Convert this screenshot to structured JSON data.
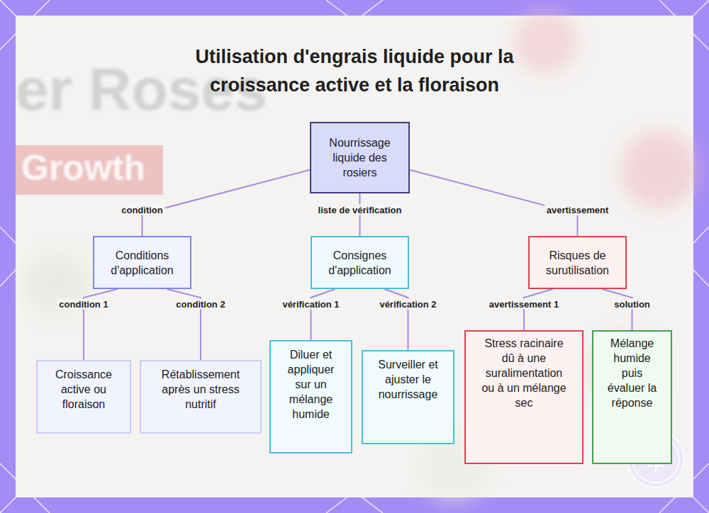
{
  "diagram": {
    "title": "Utilisation d'engrais liquide pour la croissance active et la floraison",
    "nodes": [
      {
        "text": [
          "Nourrissage liquide des rosiers"
        ]
      },
      {
        "text": [
          "Conditions d'application"
        ]
      },
      {
        "text": [
          "Consignes d'application"
        ]
      },
      {
        "text": [
          "Risques de surutilisation"
        ]
      },
      {
        "text": [
          "Croissance active ou floraison"
        ]
      },
      {
        "text": [
          "Rétablissement après un stress nutritif"
        ]
      },
      {
        "text": [
          "Diluer et appliquer sur un mélange humide"
        ]
      },
      {
        "text": [
          "Surveiller et ajuster le nourrissage"
        ]
      },
      {
        "text": [
          "Stress racinaire dû à une suralimentation ou à un mélange sec"
        ]
      },
      {
        "text": [
          "Mélange humide puis évaluer la réponse"
        ]
      }
    ],
    "edges": [
      {
        "from": 0,
        "to": 1,
        "label": "condition",
        "arrow": "none"
      },
      {
        "from": 0,
        "to": 2,
        "label": "liste de vérification",
        "arrow": "none"
      },
      {
        "from": 0,
        "to": 3,
        "label": "avertissement",
        "arrow": "none"
      },
      {
        "from": 1,
        "to": 4,
        "label": "condition 1",
        "arrow": "none"
      },
      {
        "from": 1,
        "to": 5,
        "label": "condition 2",
        "arrow": "none"
      },
      {
        "from": 2,
        "to": 6,
        "label": "vérification 1",
        "arrow": "none"
      },
      {
        "from": 2,
        "to": 7,
        "label": "vérification 2",
        "arrow": "none"
      },
      {
        "from": 3,
        "to": 8,
        "label": "avertissement 1",
        "arrow": "none"
      },
      {
        "from": 3,
        "to": 9,
        "label": "solution",
        "arrow": "none"
      }
    ],
    "labels": [
      "er Roses",
      "Growth"
    ]
  }
}
